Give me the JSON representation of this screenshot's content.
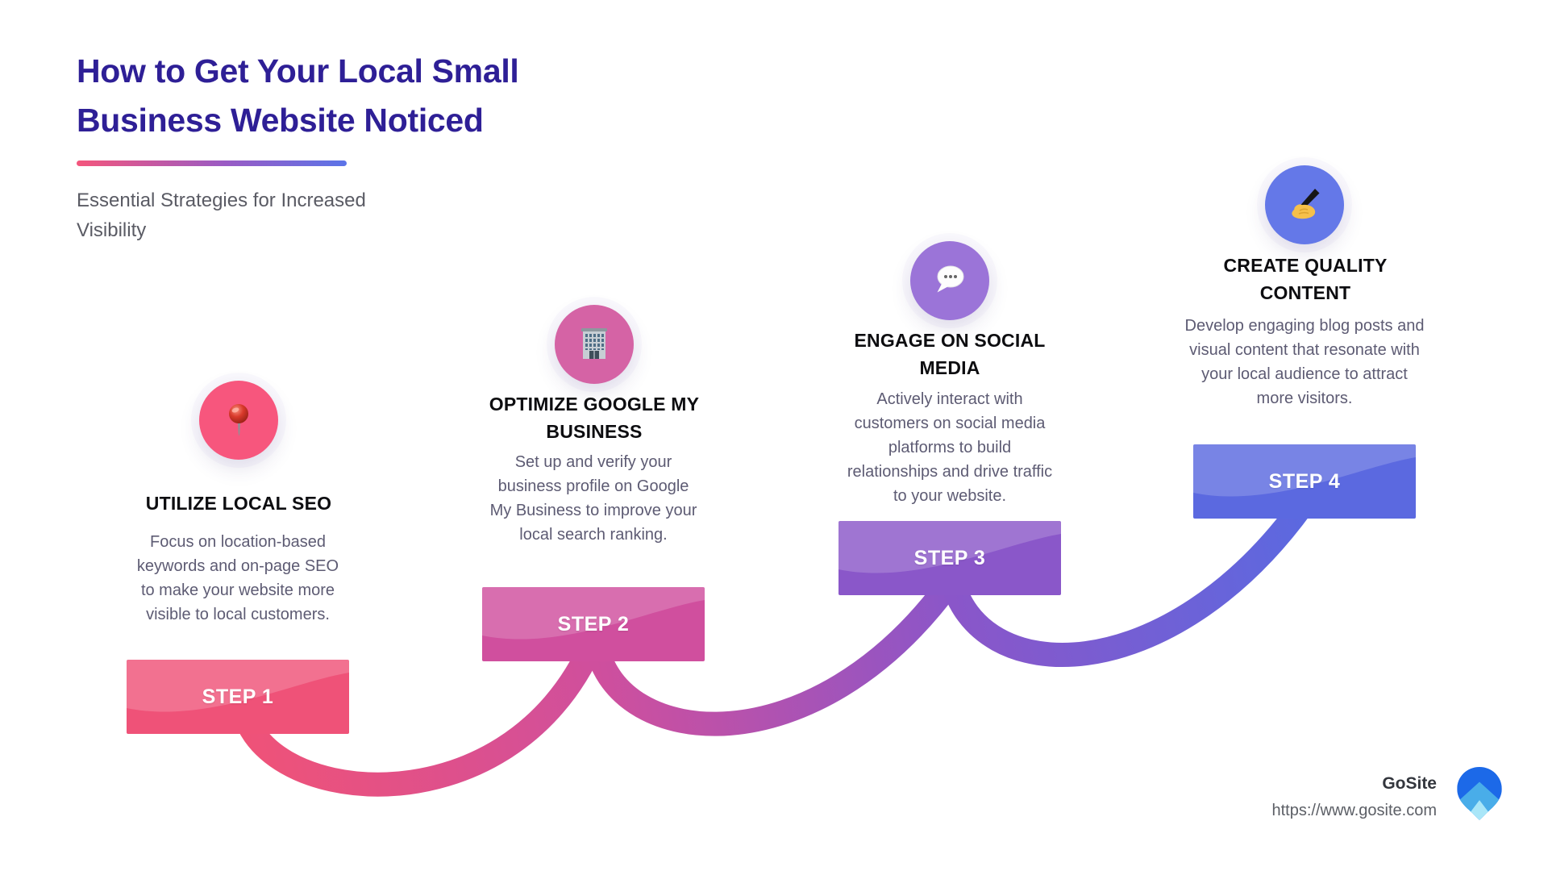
{
  "header": {
    "title_lines": [
      "How to Get Your Local Small",
      "Business Website Noticed"
    ],
    "subtitle_lines": [
      "Essential Strategies for Increased",
      "Visibility"
    ],
    "title_color": "#2e1f96",
    "underline_gradient": [
      "#f4567c",
      "#5b74e8"
    ]
  },
  "steps": [
    {
      "label": "STEP 1",
      "icon": "pushpin-icon",
      "title_lines": [
        "UTILIZE LOCAL SEO"
      ],
      "description_lines": [
        "Focus on location-based",
        "keywords and on-page SEO",
        "to make your website more",
        "visible to local customers."
      ],
      "colors": {
        "circle": "#f7567d",
        "box": "#ef5278"
      }
    },
    {
      "label": "STEP 2",
      "icon": "office-building-icon",
      "title_lines": [
        "OPTIMIZE GOOGLE MY",
        "BUSINESS"
      ],
      "description_lines": [
        "Set up and verify your",
        "business profile on Google",
        "My Business to improve your",
        "local search ranking."
      ],
      "colors": {
        "circle": "#d563a5",
        "box": "#d04f9e"
      }
    },
    {
      "label": "STEP 3",
      "icon": "speech-balloon-icon",
      "title_lines": [
        "ENGAGE ON SOCIAL",
        "MEDIA"
      ],
      "description_lines": [
        "Actively interact with",
        "customers on social media",
        "platforms to build",
        "relationships and drive traffic",
        "to your website."
      ],
      "colors": {
        "circle": "#9b74d8",
        "box": "#8a57c9"
      }
    },
    {
      "label": "STEP 4",
      "icon": "writing-hand-icon",
      "title_lines": [
        "CREATE QUALITY",
        "CONTENT"
      ],
      "description_lines": [
        "Develop engaging blog posts and",
        "visual content that resonate with",
        "your local audience to attract",
        "more visitors."
      ],
      "colors": {
        "circle": "#6478e8",
        "box": "#5b69e0"
      }
    }
  ],
  "connectors": [
    {
      "from": "#ef5278",
      "to": "#cf4f9d"
    },
    {
      "from": "#cf4f9d",
      "to": "#8a56c9"
    },
    {
      "from": "#8a56c9",
      "to": "#5b69e0"
    }
  ],
  "footer": {
    "brand": "GoSite",
    "url": "https://www.gosite.com"
  }
}
